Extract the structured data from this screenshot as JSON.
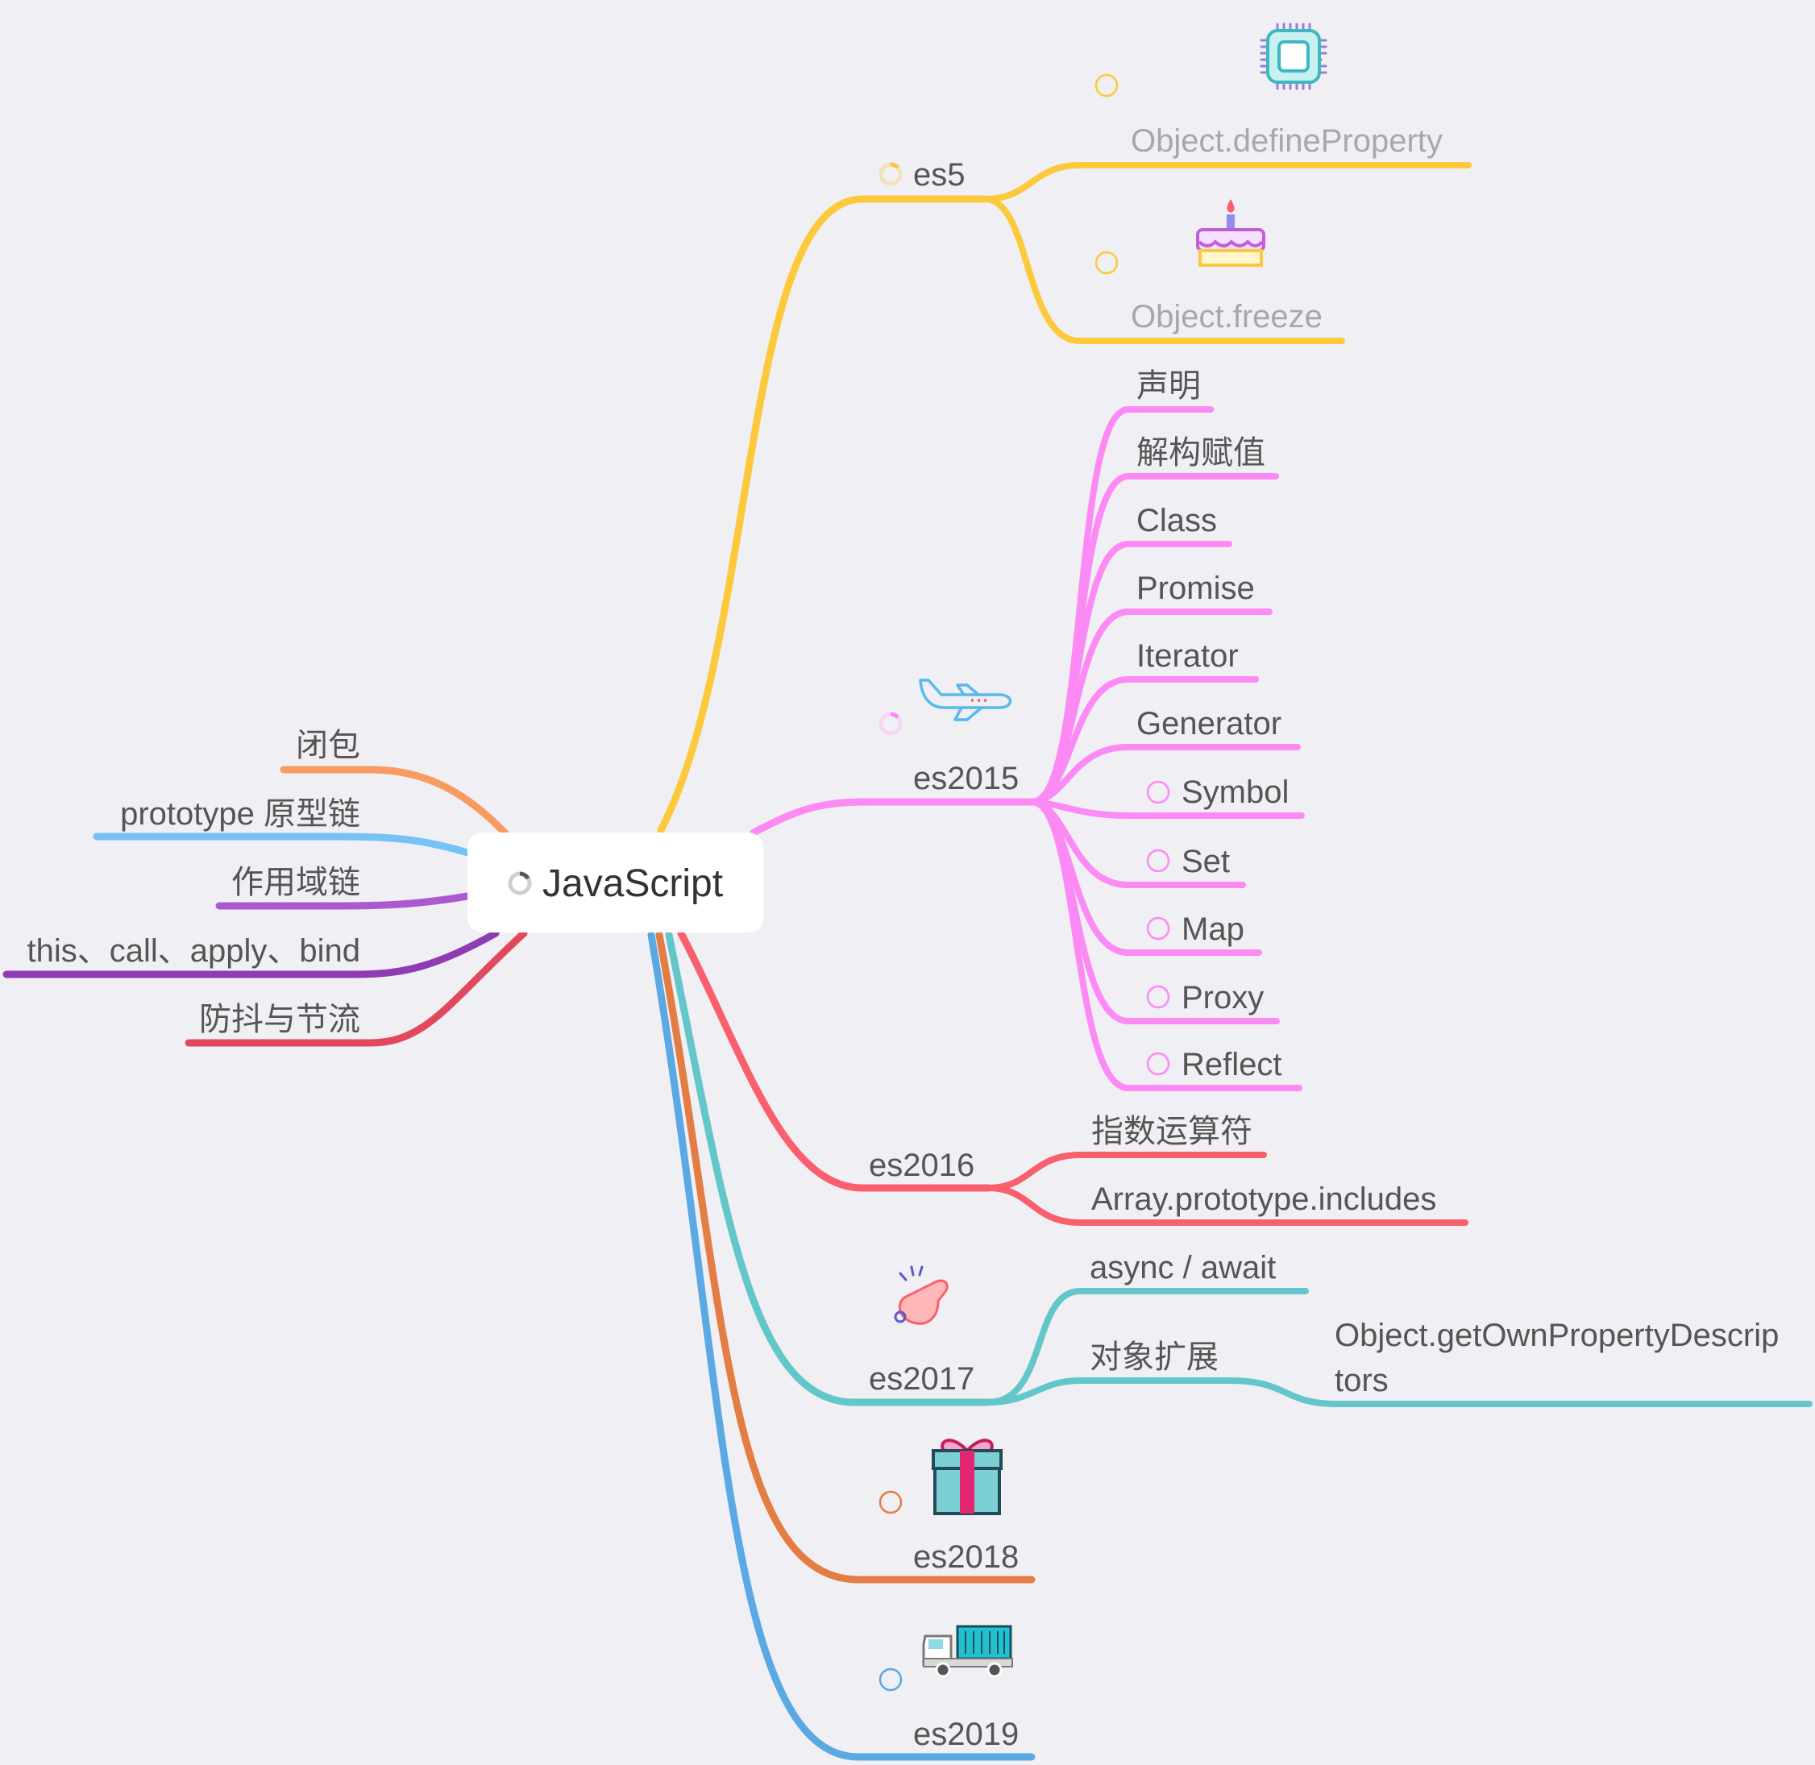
{
  "mindmap": {
    "root": {
      "label": "JavaScript",
      "icon": "loading-ring-icon"
    },
    "colors": {
      "background": "#f0eff4",
      "es5": "#fdc93c",
      "es2015": "#fc8af4",
      "es2016": "#f95f6d",
      "es2017": "#63c6c9",
      "es2018": "#e47d43",
      "es2019": "#5aa9e3",
      "closure": "#f99b60",
      "prototype": "#74c3f5",
      "scope": "#aa5ad0",
      "this": "#8f3bb4",
      "debounce": "#e2485a"
    },
    "left_topics": [
      {
        "label": "闭包"
      },
      {
        "label": "prototype 原型链"
      },
      {
        "label": "作用域链"
      },
      {
        "label": "this、call、apply、bind"
      },
      {
        "label": "防抖与节流"
      }
    ],
    "right_topics": [
      {
        "label": "es5",
        "children": [
          {
            "label": "Object.defineProperty",
            "icon": "cpu-chip-icon"
          },
          {
            "label": "Object.freeze",
            "icon": "birthday-cake-icon"
          }
        ]
      },
      {
        "label": "es2015",
        "icon": "airplane-icon",
        "children": [
          {
            "label": "声明"
          },
          {
            "label": "解构赋值"
          },
          {
            "label": "Class"
          },
          {
            "label": "Promise"
          },
          {
            "label": "Iterator"
          },
          {
            "label": "Generator"
          },
          {
            "label": "Symbol"
          },
          {
            "label": "Set"
          },
          {
            "label": "Map"
          },
          {
            "label": "Proxy"
          },
          {
            "label": "Reflect"
          }
        ]
      },
      {
        "label": "es2016",
        "children": [
          {
            "label": "指数运算符"
          },
          {
            "label": "Array.prototype.includes"
          }
        ]
      },
      {
        "label": "es2017",
        "icon": "whistle-icon",
        "children": [
          {
            "label": "async / await"
          },
          {
            "label": "对象扩展",
            "children": [
              {
                "label_line1": "Object.getOwnPropertyDescrip",
                "label_line2": "tors"
              }
            ]
          }
        ]
      },
      {
        "label": "es2018",
        "icon": "gift-box-icon"
      },
      {
        "label": "es2019",
        "icon": "delivery-truck-icon"
      }
    ]
  }
}
